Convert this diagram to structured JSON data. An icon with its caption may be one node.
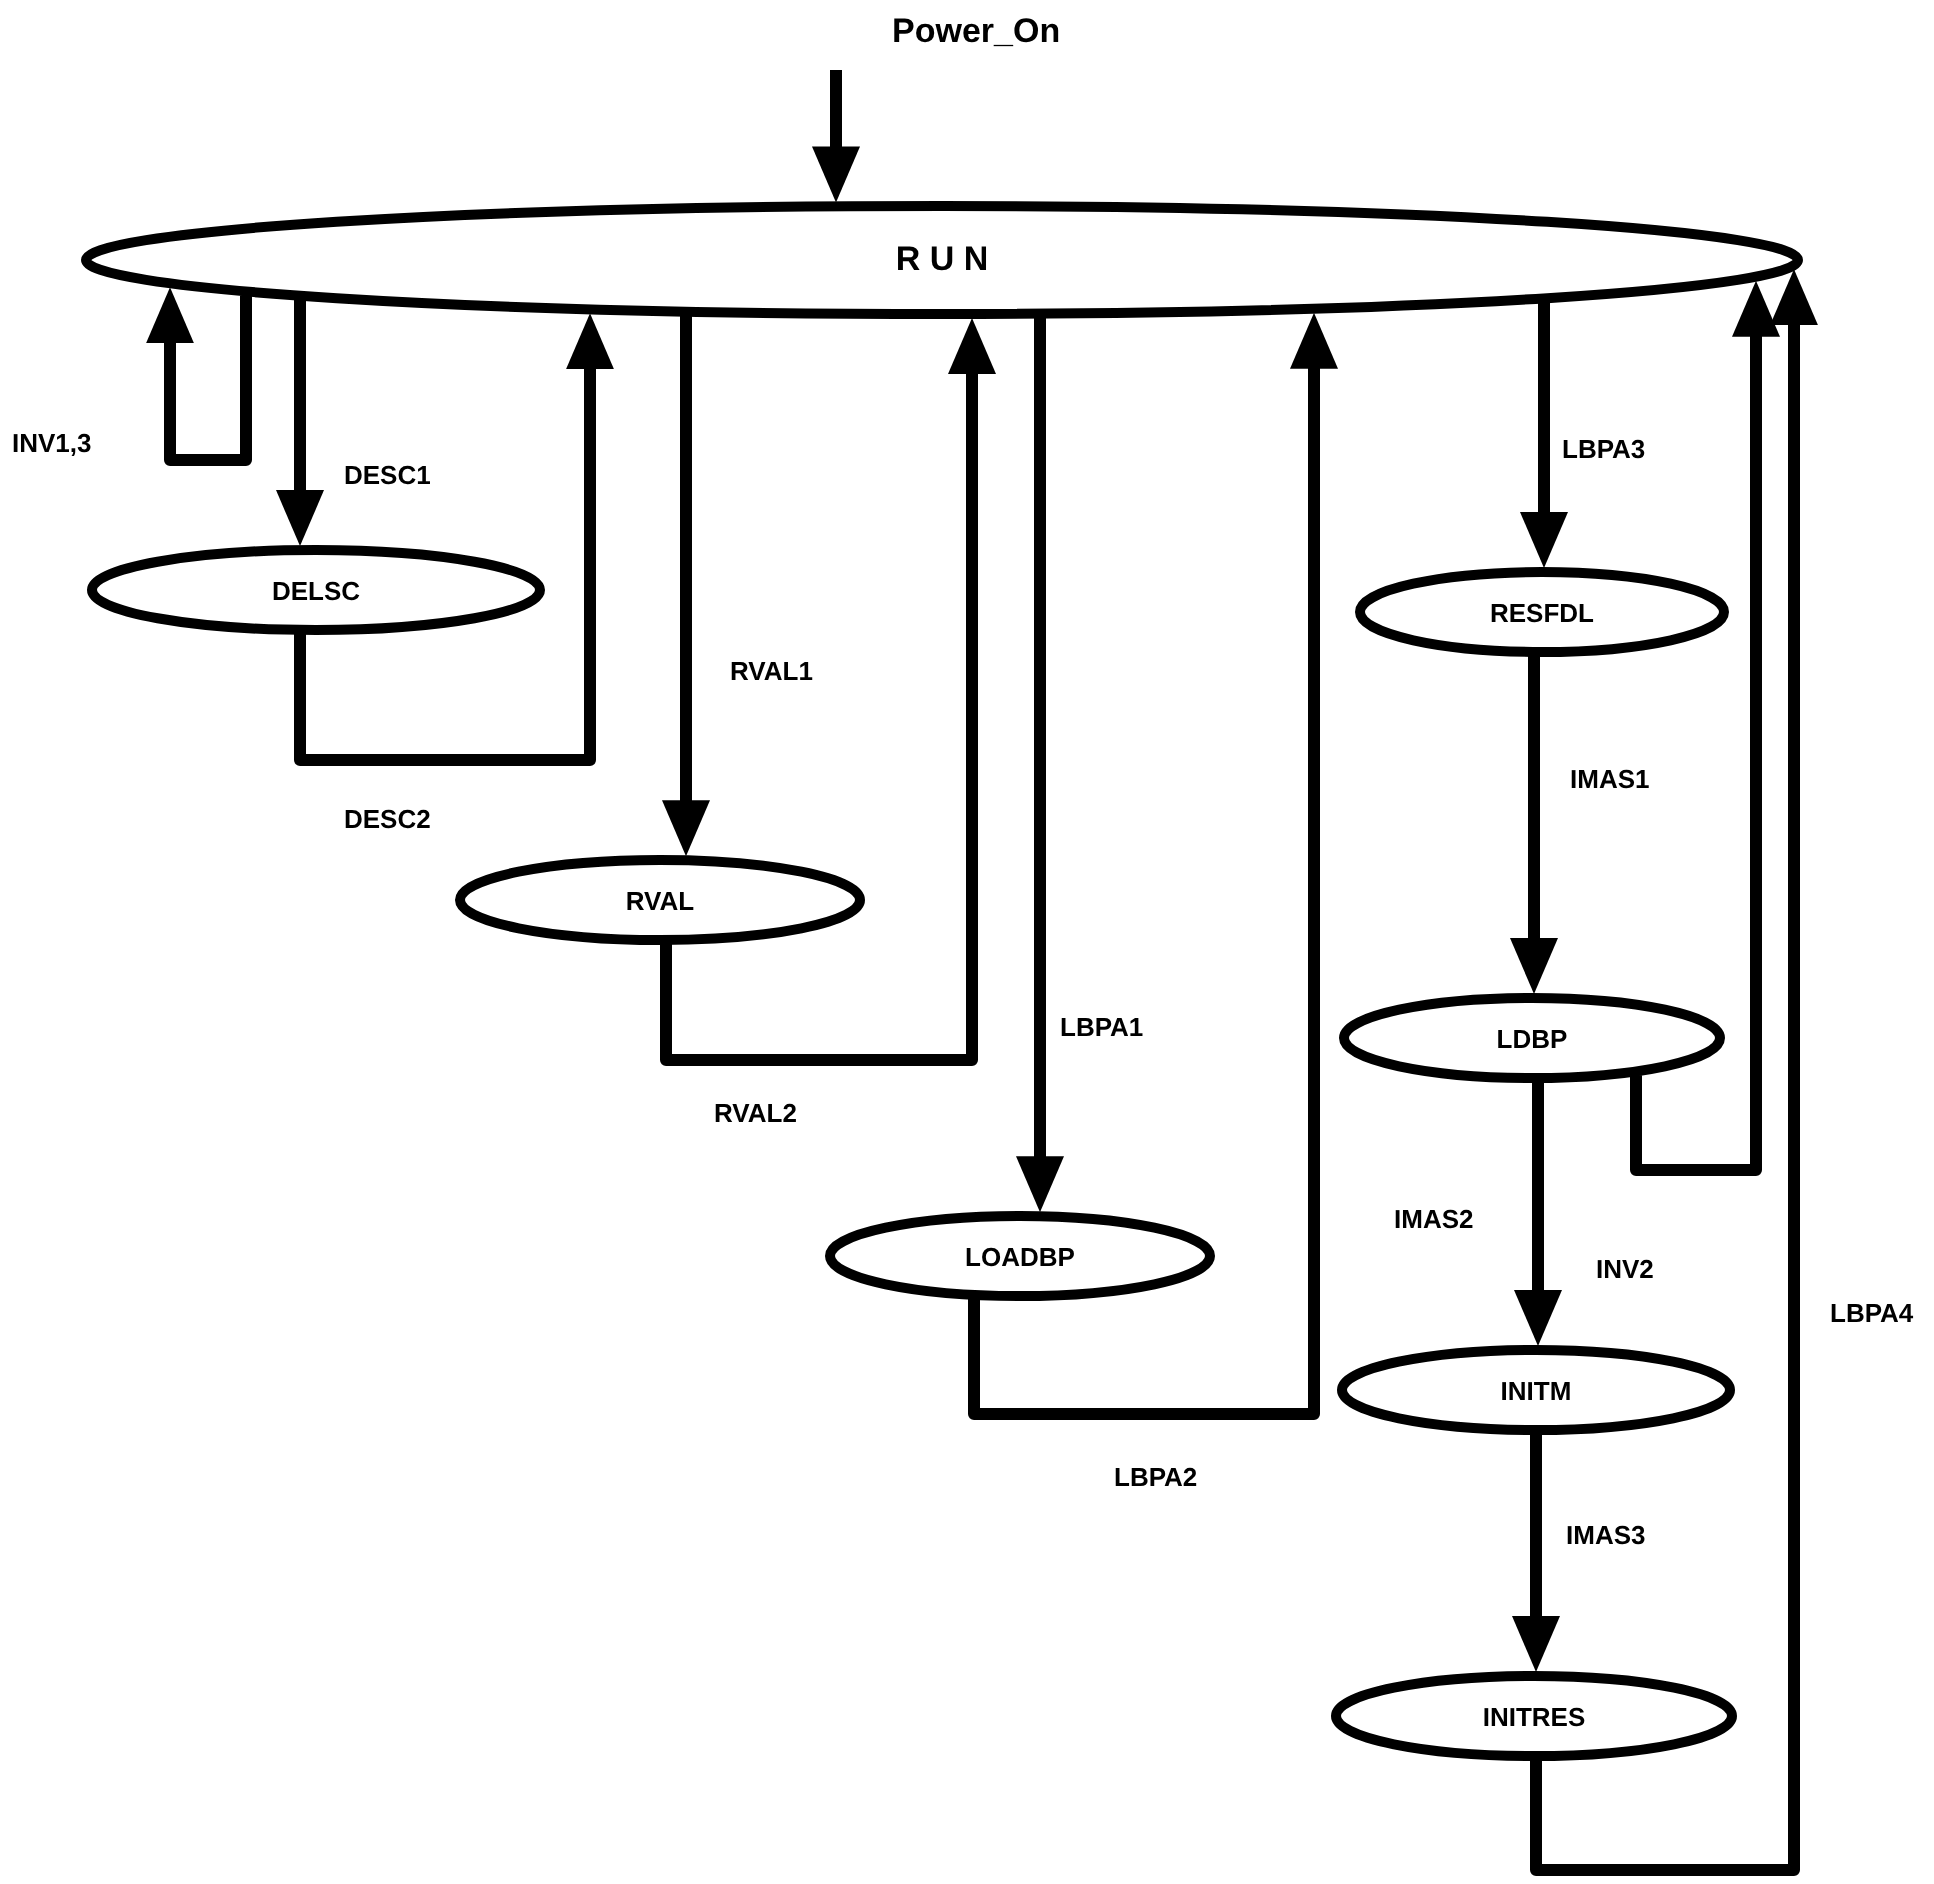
{
  "diagram": {
    "nodes": [
      {
        "text": [
          "R U N"
        ]
      },
      {
        "text": [
          "DELSC"
        ]
      },
      {
        "text": [
          "RVAL"
        ]
      },
      {
        "text": [
          "LOADBP"
        ]
      },
      {
        "text": [
          "RESFDL"
        ]
      },
      {
        "text": [
          "LDBP"
        ]
      },
      {
        "text": [
          "INITM"
        ]
      },
      {
        "text": [
          "INITRES"
        ]
      }
    ],
    "edges": [
      {
        "from": null,
        "to": 0,
        "arrow": "to",
        "label": "Power_On"
      },
      {
        "from": 0,
        "to": 0,
        "arrow": "to",
        "label": "INV1,3"
      },
      {
        "from": 0,
        "to": 1,
        "arrow": "to",
        "label": "DESC1"
      },
      {
        "from": 1,
        "to": 0,
        "arrow": "to",
        "label": "DESC2"
      },
      {
        "from": 0,
        "to": 2,
        "arrow": "to",
        "label": "RVAL1"
      },
      {
        "from": 2,
        "to": 0,
        "arrow": "to",
        "label": "RVAL2"
      },
      {
        "from": 0,
        "to": 3,
        "arrow": "to",
        "label": "LBPA1"
      },
      {
        "from": 3,
        "to": 0,
        "arrow": "to",
        "label": "LBPA2"
      },
      {
        "from": 0,
        "to": 4,
        "arrow": "to",
        "label": "LBPA3"
      },
      {
        "from": 4,
        "to": 5,
        "arrow": "to",
        "label": "IMAS1"
      },
      {
        "from": 5,
        "to": 0,
        "arrow": "to",
        "label": "INV2"
      },
      {
        "from": 5,
        "to": 6,
        "arrow": "to",
        "label": "IMAS2"
      },
      {
        "from": 6,
        "to": 7,
        "arrow": "to",
        "label": "IMAS3"
      },
      {
        "from": 7,
        "to": 0,
        "arrow": "to",
        "label": "LBPA4"
      }
    ]
  }
}
